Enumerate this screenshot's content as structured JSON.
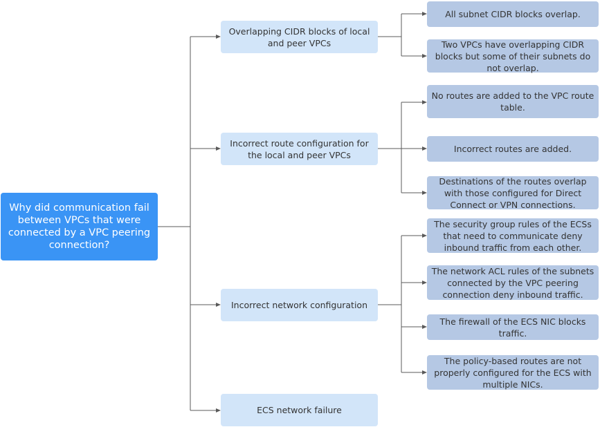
{
  "root": {
    "label": "Why did communication fail between VPCs that were connected by a VPC peering connection?"
  },
  "branches": [
    {
      "label": "Overlapping CIDR blocks of local and peer VPCs",
      "causes": [
        "All subnet CIDR blocks overlap.",
        "Two VPCs have overlapping CIDR blocks but some of their subnets do not overlap."
      ]
    },
    {
      "label": "Incorrect route configuration for the local and peer VPCs",
      "causes": [
        "No routes are added to the VPC route table.",
        "Incorrect routes are added.",
        "Destinations of the routes overlap with those configured for Direct Connect or VPN connections."
      ]
    },
    {
      "label": "Incorrect network configuration",
      "causes": [
        "The security group rules of the ECSs that need to communicate deny inbound traffic from each other.",
        "The network ACL rules of the subnets connected by the VPC peering connection deny inbound traffic.",
        "The firewall of the ECS NIC blocks traffic.",
        "The policy-based routes are not properly configured for the ECS with multiple NICs."
      ]
    },
    {
      "label": "ECS network failure",
      "causes": []
    }
  ]
}
